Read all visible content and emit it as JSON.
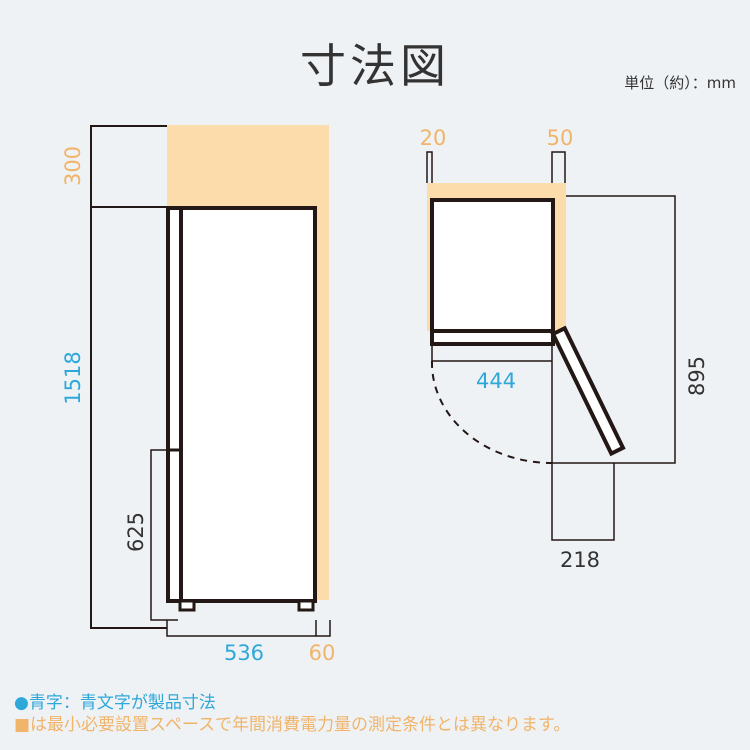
{
  "header": {
    "title": "寸法図",
    "unit": "単位（約）：mm"
  },
  "front_view": {
    "dimensions": {
      "top_clearance": "300",
      "height": "1518",
      "lower_door_height": "625",
      "width": "536",
      "side_clearance": "60"
    }
  },
  "top_view": {
    "dimensions": {
      "left_clearance": "20",
      "right_clearance": "50",
      "depth": "444",
      "door_open_depth": "895",
      "door_width": "218"
    }
  },
  "legend": {
    "blue_marker": "●",
    "blue_text": "青字：青文字が製品寸法",
    "orange_marker": "■",
    "orange_text": "は最小必要設置スペースで年間消費電力量の測定条件とは異なります。"
  },
  "colors": {
    "background": "#eff2f5",
    "clearance_fill": "#fcdcaa",
    "product_dimension": "#2ea7d9",
    "clearance_dimension": "#f0b46a",
    "line": "#231815"
  }
}
